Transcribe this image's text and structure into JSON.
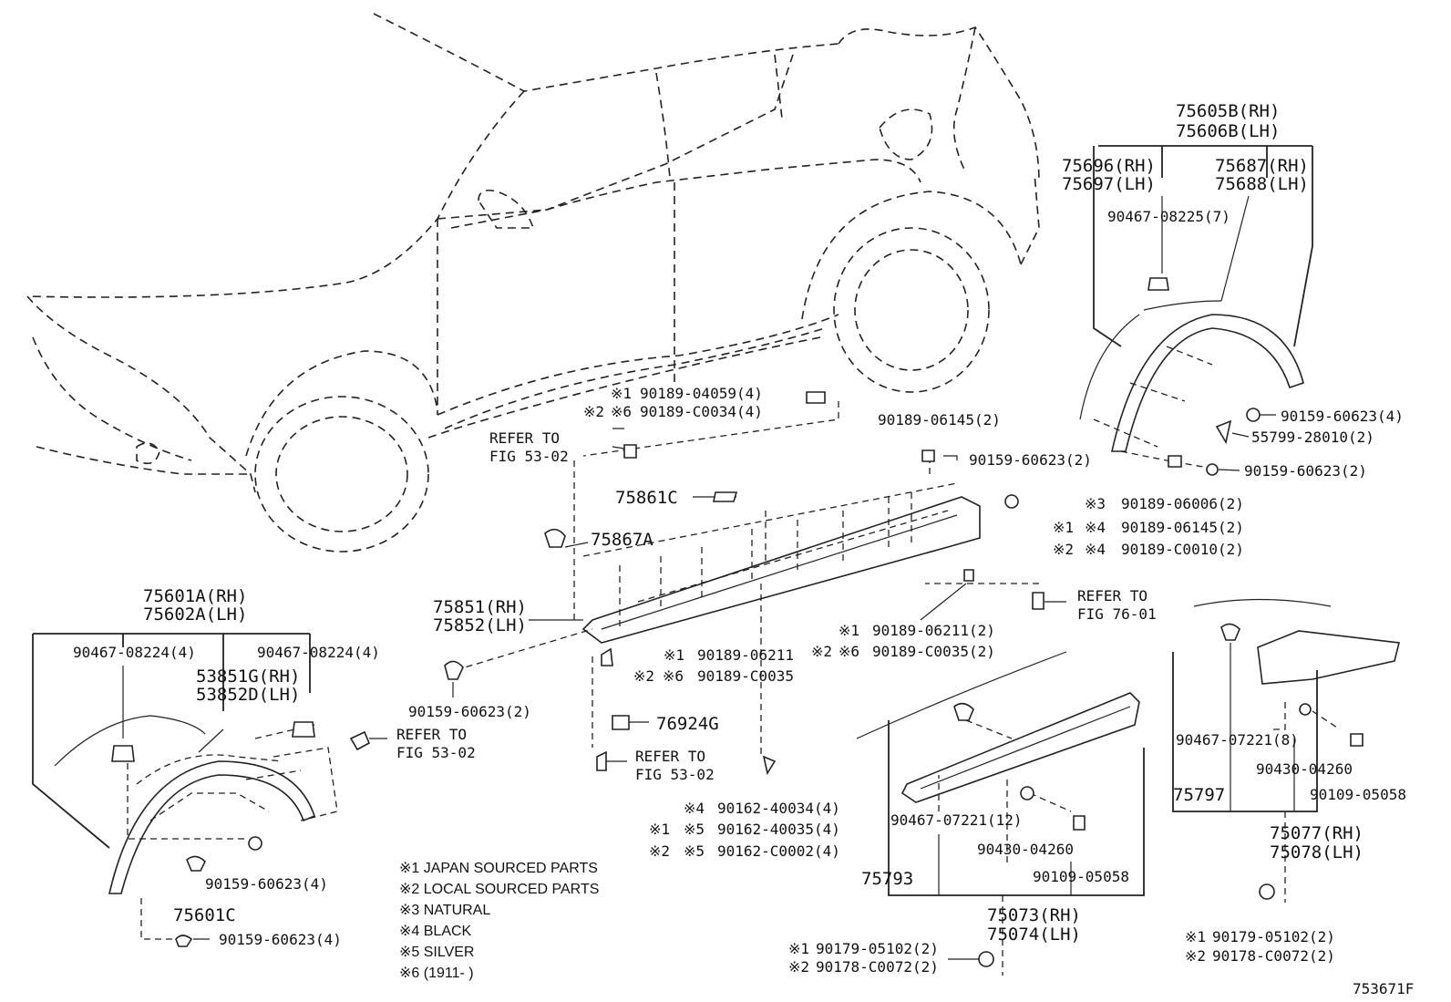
{
  "labels": {
    "p75605_rh": "75605B(RH)",
    "p75606_lh": "75606B(LH)",
    "p75696_rh": "75696(RH)",
    "p75697_lh": "75697(LH)",
    "p75687_rh": "75687(RH)",
    "p75688_lh": "75688(LH)",
    "p90467_08225": "90467-08225(7)",
    "p90159_rr1": "90159-60623(4)",
    "p55799": "55799-28010(2)",
    "p90159_rr2": "90159-60623(2)",
    "p90189_04059": "90189-04059(4)",
    "p90189_C0034": "90189-C0034(4)",
    "p90189_06145_2": "90189-06145(2)",
    "p90159_side": "90159-60623(2)",
    "p90189_06006": "90189-06006(2)",
    "p90189_06145_b": "90189-06145(2)",
    "p90189_C0010": "90189-C0010(2)",
    "refer1_a": "REFER TO",
    "refer1_b": "FIG 53-02",
    "p75861C": "75861C",
    "p75867A": "75867A",
    "p75851_rh": "75851(RH)",
    "p75852_lh": "75852(LH)",
    "refer2_a": "REFER TO",
    "refer2_b": "FIG 76-01",
    "p90189_06211_2": "90189-06211(2)",
    "p90189_C0035_2": "90189-C0035(2)",
    "p90189_06211": "90189-06211",
    "p90189_C0035": "90189-C0035",
    "p76924G": "76924G",
    "refer3_a": "REFER TO",
    "refer3_b": "FIG 53-02",
    "p90159_front": "90159-60623(2)",
    "p75601A_rh": "75601A(RH)",
    "p75602A_lh": "75602A(LH)",
    "p90467_08224_l": "90467-08224(4)",
    "p90467_08224_r": "90467-08224(4)",
    "p53851G": "53851G(RH)",
    "p53852D": "53852D(LH)",
    "refer4_a": "REFER TO",
    "refer4_b": "FIG 53-02",
    "p90159_fr1": "90159-60623(4)",
    "p75601C": "75601C",
    "p90159_fr2": "90159-60623(4)",
    "p90162_40034": "90162-40034(4)",
    "p90162_40035": "90162-40035(4)",
    "p90162_C0002": "90162-C0002(4)",
    "p90467_07221_12": "90467-07221(12)",
    "p90430_04260_a": "90430-04260",
    "p90109_05058_a": "90109-05058",
    "p75793": "75793",
    "p75073_rh": "75073(RH)",
    "p75074_lh": "75074(LH)",
    "p90179_05102_a": "90179-05102(2)",
    "p90178_C0072_a": "90178-C0072(2)",
    "p90467_07221_8": "90467-07221(8)",
    "p90430_04260_b": "90430-04260",
    "p75797": "75797",
    "p90109_05058_b": "90109-05058",
    "p75077_rh": "75077(RH)",
    "p75078_lh": "75078(LH)",
    "p90179_05102_b": "90179-05102(2)",
    "p90178_C0072_b": "90178-C0072(2)",
    "fig_no": "753671F"
  },
  "marks": {
    "m1": "※1",
    "m2": "※2",
    "m3": "※3",
    "m4": "※4",
    "m5": "※5",
    "m6": "※6"
  },
  "legend": {
    "l1": "※1 JAPAN SOURCED PARTS",
    "l2": "※2 LOCAL SOURCED PARTS",
    "l3": "※3 NATURAL",
    "l4": "※4 BLACK",
    "l5": "※5 SILVER",
    "l6": "※6 (1911-      )"
  }
}
